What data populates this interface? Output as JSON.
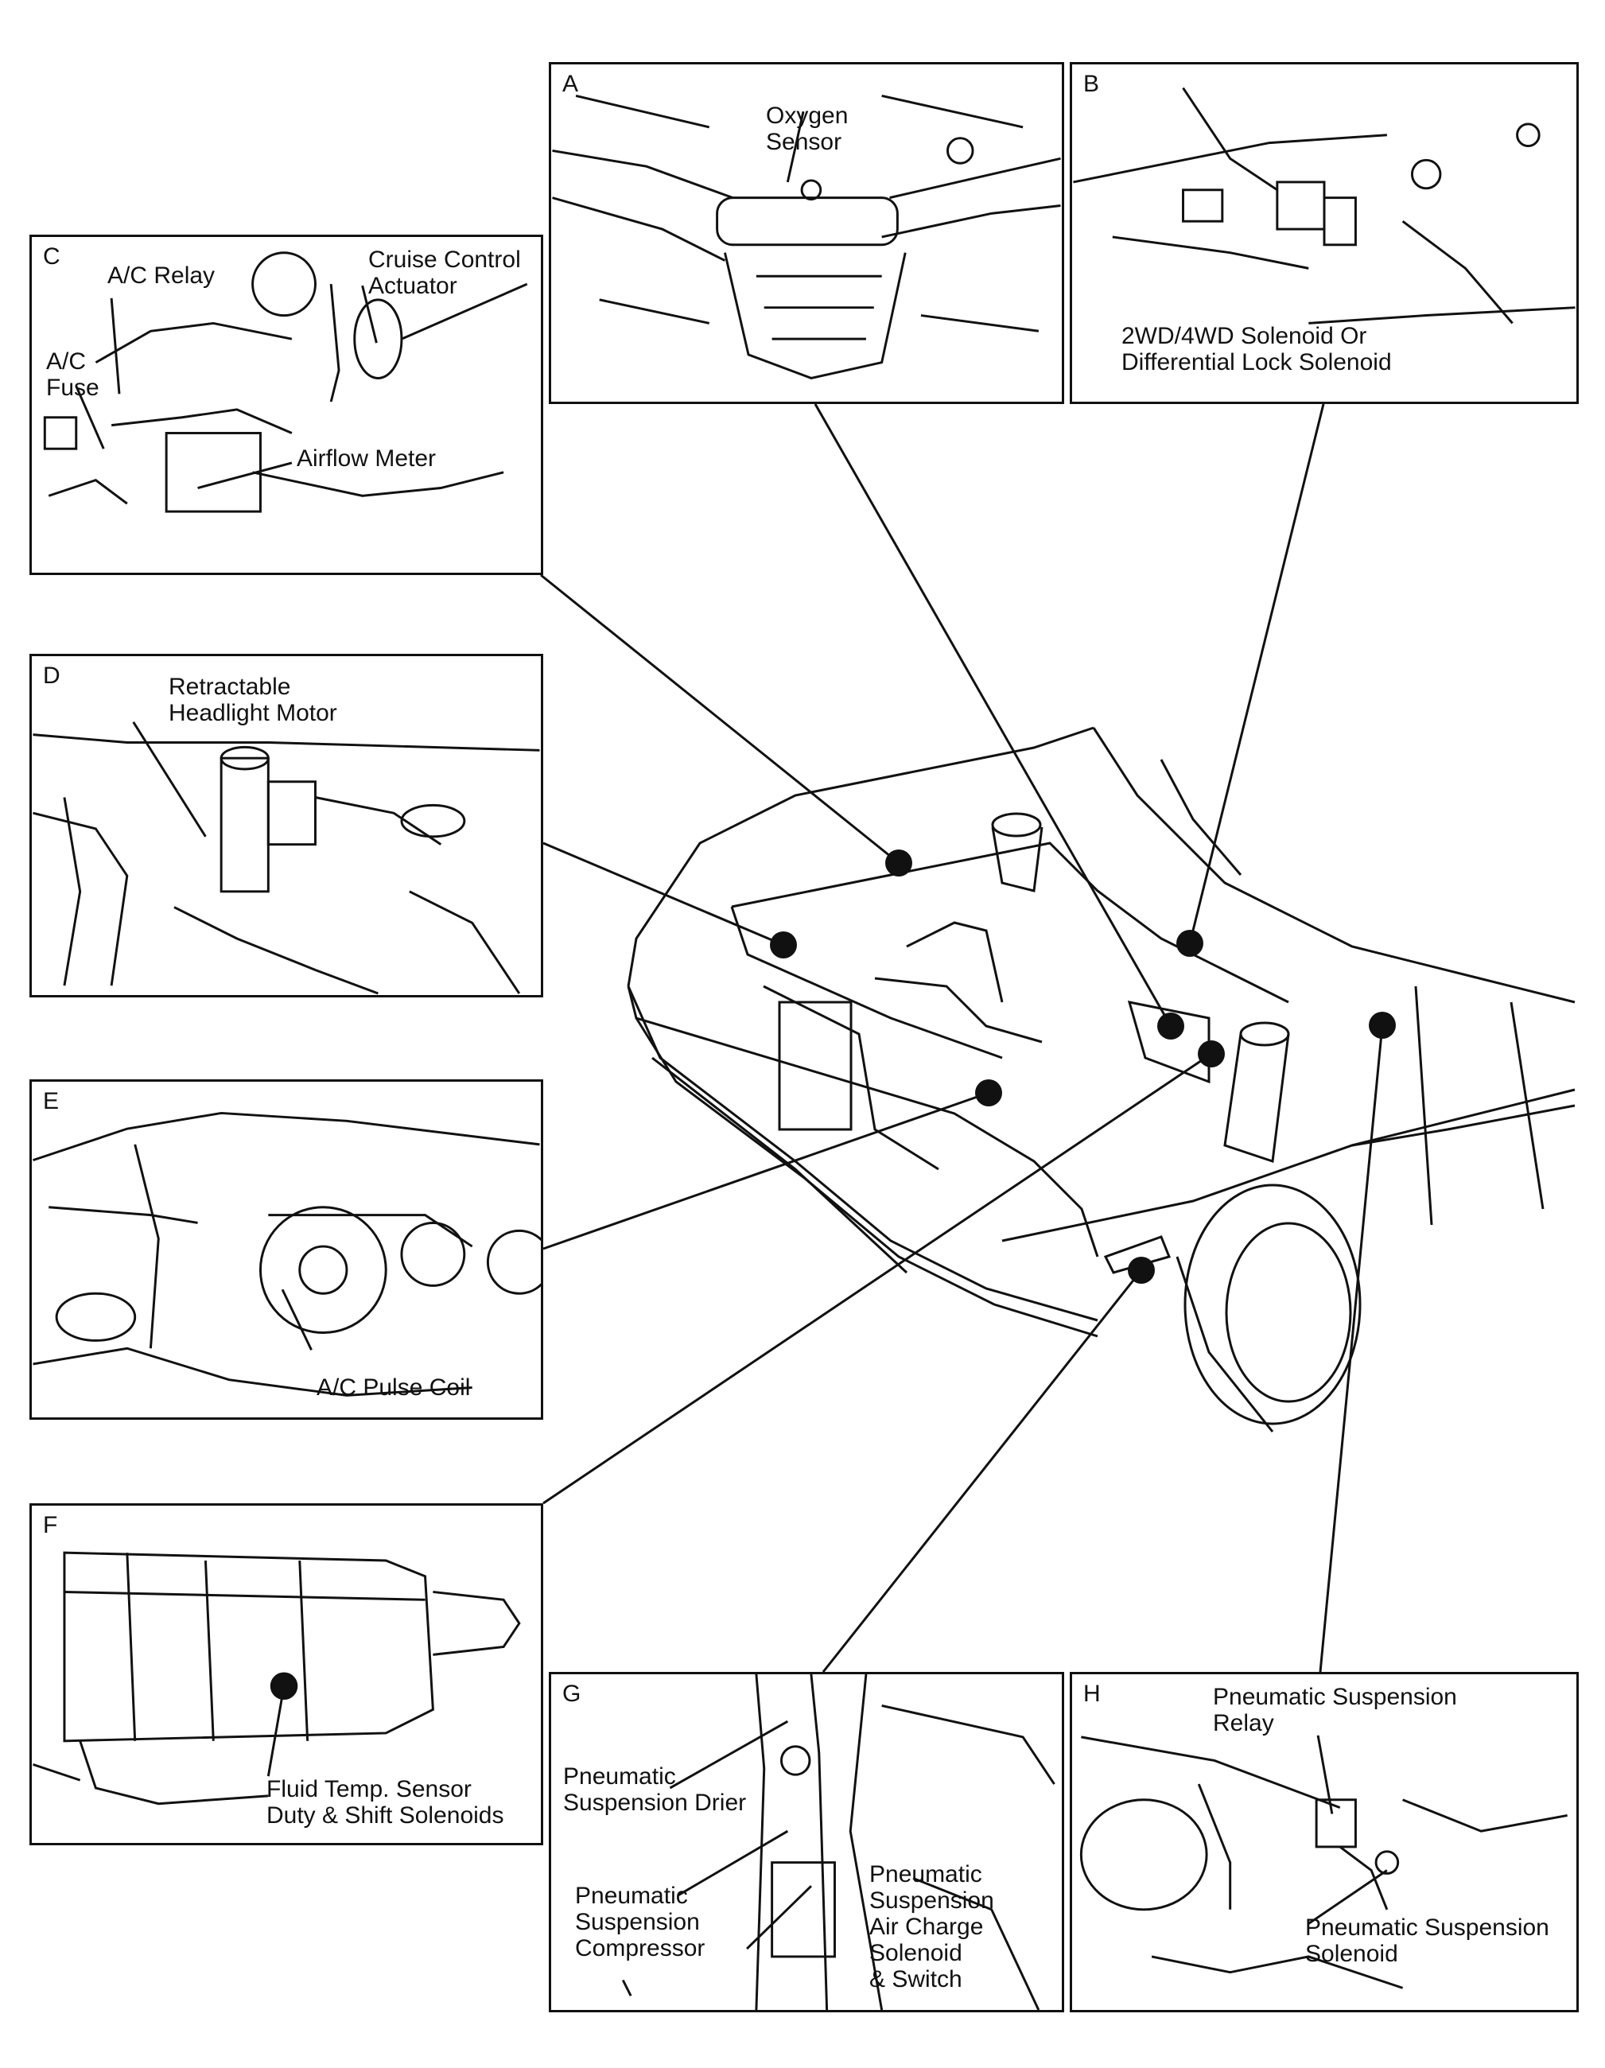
{
  "panels": {
    "A": {
      "letter": "A",
      "labels": [
        "Oxygen\nSensor"
      ]
    },
    "B": {
      "letter": "B",
      "labels": [
        "2WD/4WD Solenoid Or\nDifferential Lock Solenoid"
      ]
    },
    "C": {
      "letter": "C",
      "labels": [
        "Cruise Control\nActuator",
        "A/C Relay",
        "A/C\nFuse",
        "Airflow Meter"
      ]
    },
    "D": {
      "letter": "D",
      "labels": [
        "Retractable\nHeadlight Motor"
      ]
    },
    "E": {
      "letter": "E",
      "labels": [
        "A/C Pulse Coil"
      ]
    },
    "F": {
      "letter": "F",
      "labels": [
        "Fluid Temp. Sensor\nDuty & Shift Solenoids"
      ]
    },
    "G": {
      "letter": "G",
      "labels": [
        "Pneumatic\nSuspension Drier",
        "Pneumatic\nSuspension\nCompressor",
        "Pneumatic\nSuspension\nAir Charge\nSolenoid\n& Switch"
      ]
    },
    "H": {
      "letter": "H",
      "labels": [
        "Pneumatic Suspension\nRelay",
        "Pneumatic Suspension\nSolenoid"
      ]
    }
  },
  "colors": {
    "ink": "#111111",
    "paper": "#ffffff"
  }
}
